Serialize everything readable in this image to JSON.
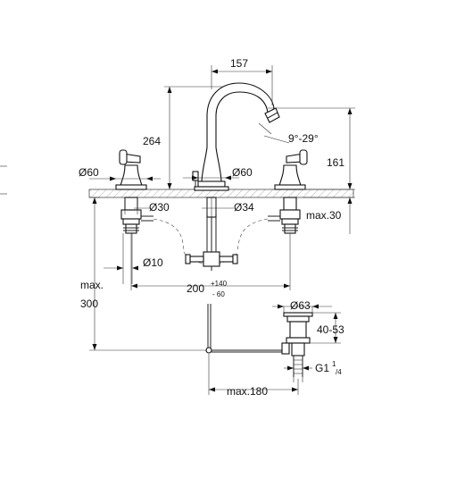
{
  "dimensions": {
    "spout_reach": "157",
    "spout_height": "264",
    "swivel_angle": "9°-29°",
    "total_height": "161",
    "handle_diameter": "Ø60",
    "spout_base_diameter": "Ø60",
    "handle_hole": "Ø30",
    "spout_hole": "Ø34",
    "deck_thickness": "max.30",
    "hose_diameter": "Ø10",
    "centres": "200",
    "centres_tol_plus": "+140",
    "centres_tol_minus": "- 60",
    "depth_label_1": "max.",
    "depth_label_2": "300",
    "waste_diameter": "Ø63",
    "waste_height": "40-53",
    "waste_thread": "G1",
    "waste_thread_num": "1",
    "waste_thread_den": "/4",
    "rod_length": "max.180"
  }
}
